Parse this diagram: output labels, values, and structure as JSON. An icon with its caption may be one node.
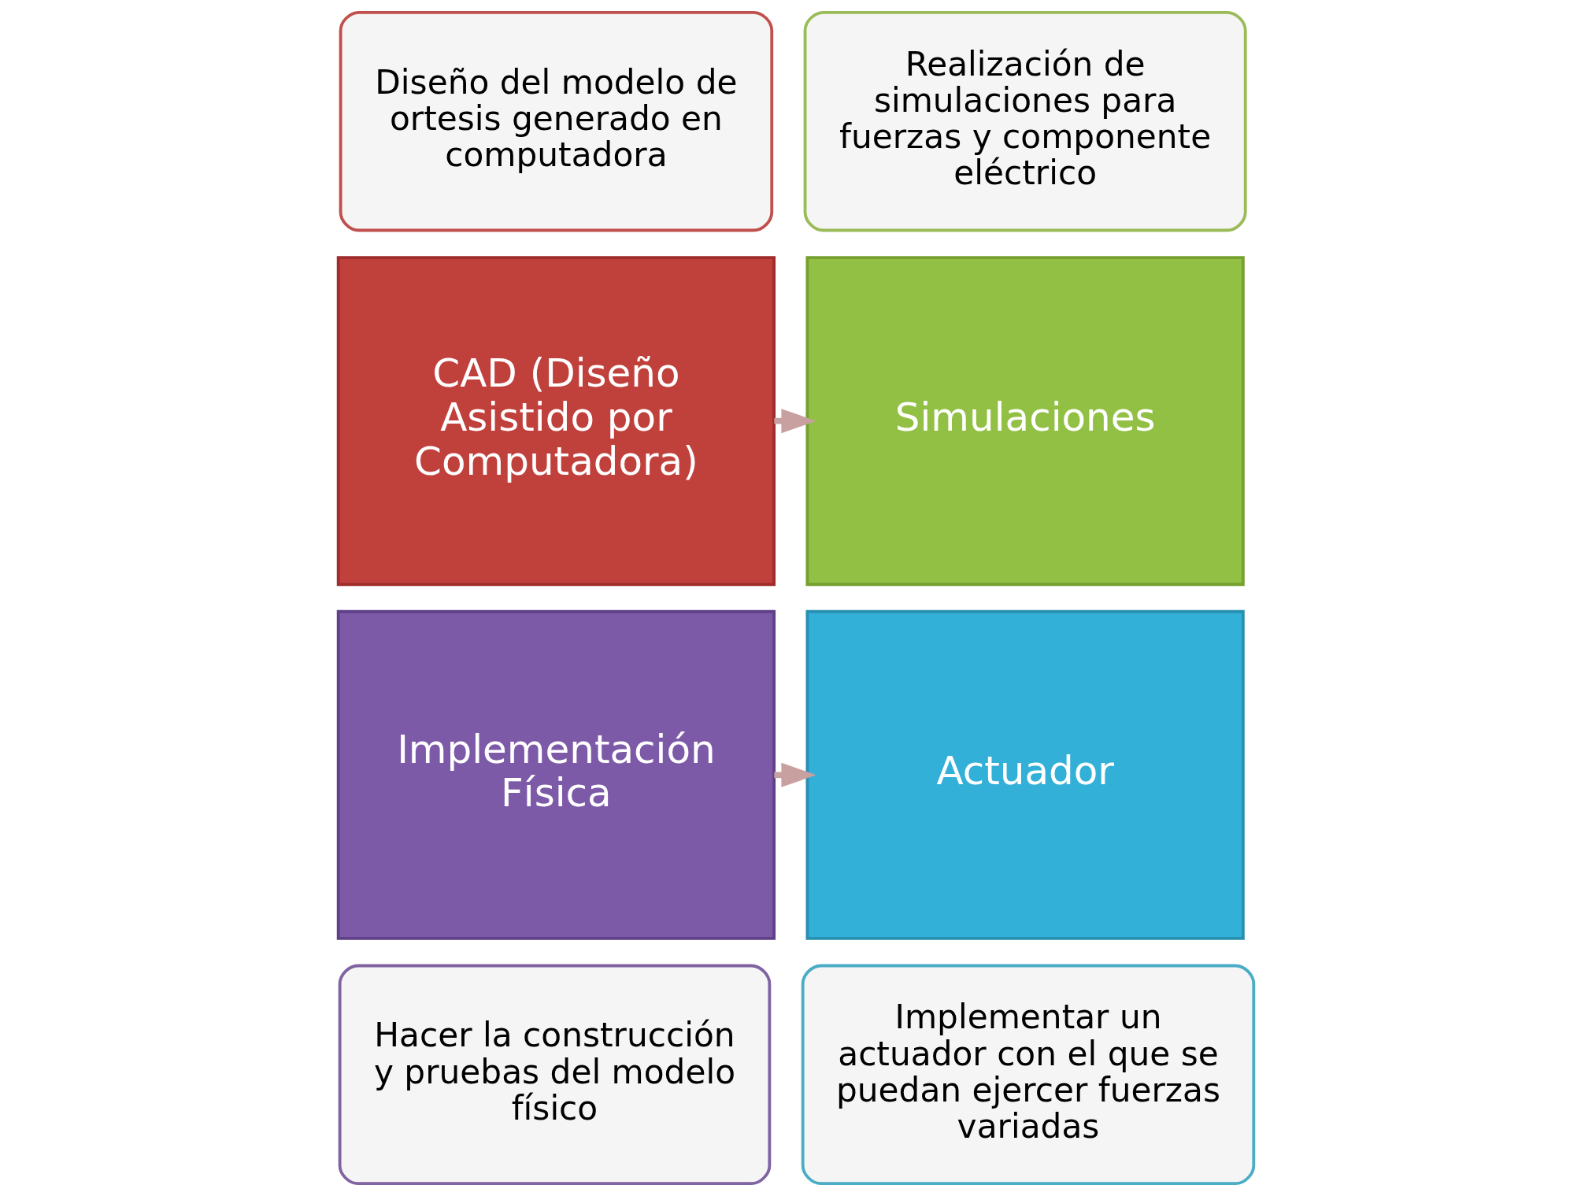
{
  "diagram": {
    "nodes": [
      {
        "text": [
          "Diseño del modelo de ortesis generado en computadora"
        ]
      },
      {
        "text": [
          "Realización de simulaciones para fuerzas y componente eléctrico"
        ]
      },
      {
        "text": [
          "CAD (Diseño Asistido por Computadora)"
        ]
      },
      {
        "text": [
          "Simulaciones"
        ]
      },
      {
        "text": [
          "Actuador"
        ]
      },
      {
        "text": [
          "Implementación Física"
        ]
      },
      {
        "text": [
          "Implementar un actuador con el que se puedan ejercer fuerzas variadas"
        ]
      },
      {
        "text": [
          "Hacer la construcción y pruebas del modelo físico"
        ]
      }
    ],
    "edges": [
      {
        "from": 2,
        "to": 3,
        "arrow": "to"
      },
      {
        "from": 5,
        "to": 4,
        "arrow": "to"
      }
    ]
  }
}
